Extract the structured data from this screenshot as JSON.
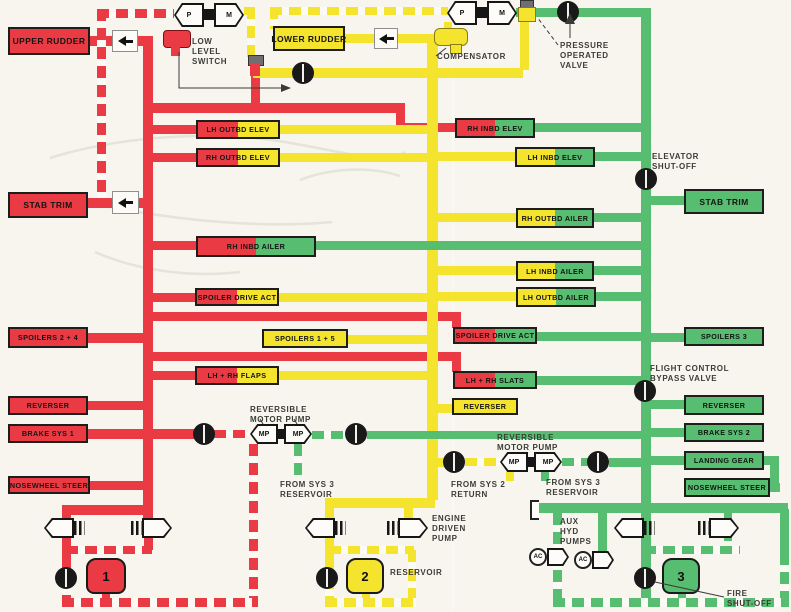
{
  "colors": {
    "sys1_red": "#ea3b44",
    "sys2_yellow": "#f5e42e",
    "sys3_green": "#57bd71",
    "ink": "#1d1d1b",
    "paper": "#f7f5ee",
    "dash_gap": "#fbfaf4",
    "valve_black": "#191919",
    "label_ink": "#3c3c38"
  },
  "symbols": {
    "p": "P",
    "m": "M",
    "mp": "MP",
    "ac": "AC"
  },
  "boxes": [
    {
      "id": "upper-rudder",
      "label": "UPPER RUDDER",
      "scheme": "red"
    },
    {
      "id": "lower-rudder",
      "label": "LOWER RUDDER",
      "scheme": "yellow"
    },
    {
      "id": "lh-outbd-elev",
      "label": "LH OUTBD ELEV",
      "scheme": "red-yellow"
    },
    {
      "id": "rh-outbd-elev",
      "label": "RH OUTBD ELEV",
      "scheme": "red-yellow"
    },
    {
      "id": "rh-inbd-elev",
      "label": "RH INBD ELEV",
      "scheme": "red-green"
    },
    {
      "id": "lh-inbd-elev",
      "label": "LH INBD ELEV",
      "scheme": "yellow-green"
    },
    {
      "id": "stab-trim-left",
      "label": "STAB TRIM",
      "scheme": "red"
    },
    {
      "id": "stab-trim-right",
      "label": "STAB TRIM",
      "scheme": "green"
    },
    {
      "id": "rh-inbd-ailer",
      "label": "RH INBD AILER",
      "scheme": "red-green"
    },
    {
      "id": "rh-outbd-ailer",
      "label": "RH OUTBD AILER",
      "scheme": "yellow-green"
    },
    {
      "id": "lh-inbd-ailer",
      "label": "LH INBD AILER",
      "scheme": "yellow-green"
    },
    {
      "id": "lh-outbd-ailer",
      "label": "LH OUTBD AILER",
      "scheme": "yellow-green"
    },
    {
      "id": "spoiler-drive-act-1",
      "label": "SPOILER DRIVE ACT",
      "scheme": "red-yellow"
    },
    {
      "id": "spoilers-2-4",
      "label": "SPOILERS 2 + 4",
      "scheme": "red"
    },
    {
      "id": "spoilers-1-5",
      "label": "SPOILERS 1 + 5",
      "scheme": "yellow"
    },
    {
      "id": "spoiler-drive-act-2",
      "label": "SPOILER DRIVE ACT",
      "scheme": "red-green"
    },
    {
      "id": "spoilers-3",
      "label": "SPOILERS 3",
      "scheme": "green"
    },
    {
      "id": "lh-rh-flaps",
      "label": "LH + RH FLAPS",
      "scheme": "red-yellow"
    },
    {
      "id": "lh-rh-slats",
      "label": "LH + RH SLATS",
      "scheme": "red-green"
    },
    {
      "id": "reverser-left",
      "label": "REVERSER",
      "scheme": "red"
    },
    {
      "id": "reverser-mid",
      "label": "REVERSER",
      "scheme": "yellow"
    },
    {
      "id": "reverser-right",
      "label": "REVERSER",
      "scheme": "green"
    },
    {
      "id": "brake-sys-1",
      "label": "BRAKE SYS 1",
      "scheme": "red"
    },
    {
      "id": "brake-sys-2",
      "label": "BRAKE SYS 2",
      "scheme": "green"
    },
    {
      "id": "landing-gear",
      "label": "LANDING GEAR",
      "scheme": "green"
    },
    {
      "id": "nosewheel-steer-right",
      "label": "NOSEWHEEL STEER",
      "scheme": "green"
    },
    {
      "id": "nosewheel-steer-left",
      "label": "NOSEWHEEL STEER",
      "scheme": "red"
    }
  ],
  "float_labels": [
    {
      "id": "low-level-switch",
      "lines": [
        "LOW",
        "LEVEL",
        "SWITCH"
      ]
    },
    {
      "id": "compensator",
      "lines": [
        "COMPENSATOR"
      ]
    },
    {
      "id": "pressure-operated-valve",
      "lines": [
        "PRESSURE",
        "OPERATED",
        "VALVE"
      ]
    },
    {
      "id": "elevator-shut-off",
      "lines": [
        "ELEVATOR",
        "SHUT-OFF"
      ]
    },
    {
      "id": "flight-control-bypass-valve",
      "lines": [
        "FLIGHT CONTROL",
        "BYPASS VALVE"
      ]
    },
    {
      "id": "reversible-motor-pump-1",
      "lines": [
        "REVERSIBLE",
        "MOTOR PUMP"
      ]
    },
    {
      "id": "reversible-motor-pump-2",
      "lines": [
        "REVERSIBLE",
        "MOTOR PUMP"
      ]
    },
    {
      "id": "from-sys-3-reservoir-1",
      "lines": [
        "FROM SYS 3",
        "RESERVOIR"
      ]
    },
    {
      "id": "from-sys-2-return",
      "lines": [
        "FROM SYS 2",
        "RETURN"
      ]
    },
    {
      "id": "from-sys-3-reservoir-2",
      "lines": [
        "FROM SYS 3",
        "RESERVOIR"
      ]
    },
    {
      "id": "engine-driven-pump",
      "lines": [
        "ENGINE",
        "DRIVEN",
        "PUMP"
      ]
    },
    {
      "id": "reservoir",
      "lines": [
        "RESERVOIR"
      ]
    },
    {
      "id": "aux-hyd-pumps",
      "lines": [
        "AUX",
        "HYD",
        "PUMPS"
      ]
    },
    {
      "id": "fire-shut-off",
      "lines": [
        "FIRE",
        "SHUT-OFF"
      ]
    }
  ],
  "tanks": [
    {
      "id": "tank-1",
      "number": "1",
      "system": "sys1_red"
    },
    {
      "id": "tank-2",
      "number": "2",
      "system": "sys2_yellow"
    },
    {
      "id": "tank-3",
      "number": "3",
      "system": "sys3_green"
    }
  ]
}
